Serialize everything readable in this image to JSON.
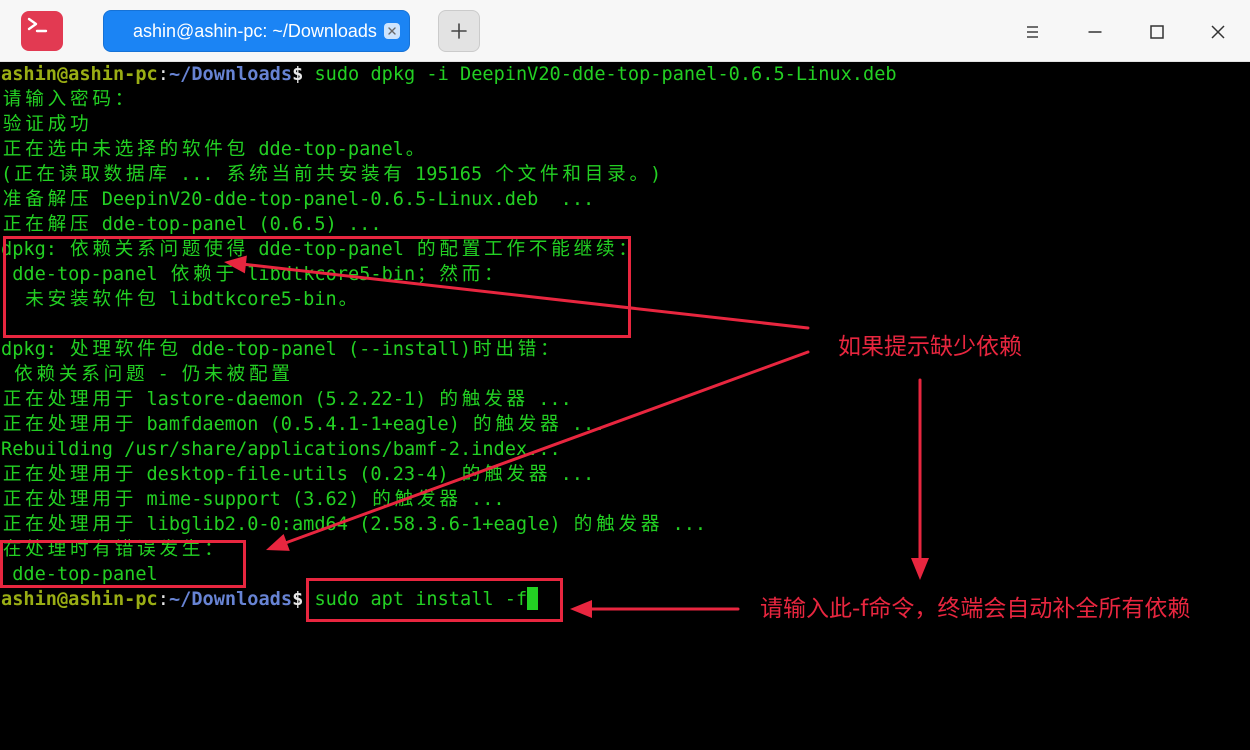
{
  "colors": {
    "titlebar_bg": "#f7f7f7",
    "tab_active_bg": "#1b84f4",
    "terminal_bg": "#000000",
    "terminal_text": "#23d023",
    "prompt_user": "#9aae14",
    "prompt_path": "#6783d3",
    "prompt_symbol": "#e8e8e8",
    "annotation": "#e8263f"
  },
  "icons": {
    "app": "terminal-icon",
    "tab_close": "close-icon",
    "new_tab": "plus-icon",
    "menu": "menu-icon",
    "minimize": "minimize-icon",
    "maximize": "maximize-icon",
    "close": "close-icon"
  },
  "titlebar": {
    "tab_title": "ashin@ashin-pc: ~/Downloads"
  },
  "terminal": {
    "prompt": {
      "user_host": "ashin@ashin-pc",
      "separator": ":",
      "path": "~/Downloads",
      "symbol": "$"
    },
    "first_command": "sudo dpkg -i DeepinV20-dde-top-panel-0.6.5-Linux.deb",
    "output_lines": [
      "请输入密码：",
      "验证成功",
      "正在选中未选择的软件包 dde-top-panel。",
      "(正在读取数据库 ... 系统当前共安装有 195165 个文件和目录。)",
      "准备解压 DeepinV20-dde-top-panel-0.6.5-Linux.deb  ...",
      "正在解压 dde-top-panel (0.6.5) ...",
      "dpkg: 依赖关系问题使得 dde-top-panel 的配置工作不能继续：",
      " dde-top-panel 依赖于 libdtkcore5-bin；然而：",
      "  未安装软件包 libdtkcore5-bin。",
      "dpkg: 处理软件包 dde-top-panel (--install)时出错：",
      " 依赖关系问题 - 仍未被配置",
      "正在处理用于 lastore-daemon (5.2.22-1) 的触发器 ...",
      "正在处理用于 bamfdaemon (0.5.4.1-1+eagle) 的触发器 ...",
      "Rebuilding /usr/share/applications/bamf-2.index...",
      "正在处理用于 desktop-file-utils (0.23-4) 的触发器 ...",
      "正在处理用于 mime-support (3.62) 的触发器 ...",
      "正在处理用于 libglib2.0-0:amd64 (2.58.3.6-1+eagle) 的触发器 ...",
      "在处理时有错误发生：",
      " dde-top-panel"
    ],
    "current_command": "sudo apt install -f"
  },
  "annotations": {
    "missing_dependency_note": "如果提示缺少依赖",
    "fix_command_note": "请输入此-f命令，终端会自动补全所有依赖"
  }
}
